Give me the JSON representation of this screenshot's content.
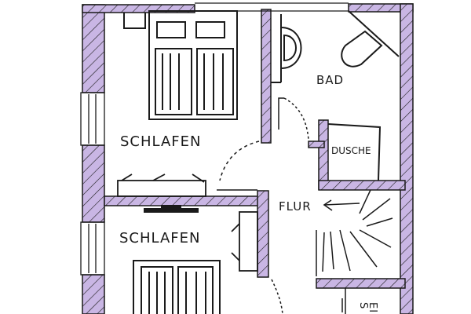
{
  "plan": {
    "wall_color": "#c9b6e4",
    "line_color": "#1a1a1a",
    "rooms": [
      {
        "id": "schlafen-top",
        "label": "SCHLAFEN"
      },
      {
        "id": "bad",
        "label": "BAD"
      },
      {
        "id": "dusche",
        "label": "DUSCHE"
      },
      {
        "id": "flur",
        "label": "FLUR"
      },
      {
        "id": "schlafen-bottom",
        "label": "SCHLAFEN"
      },
      {
        "id": "ein-partial",
        "label": "EI"
      },
      {
        "id": "s-partial",
        "label": "S"
      }
    ]
  }
}
